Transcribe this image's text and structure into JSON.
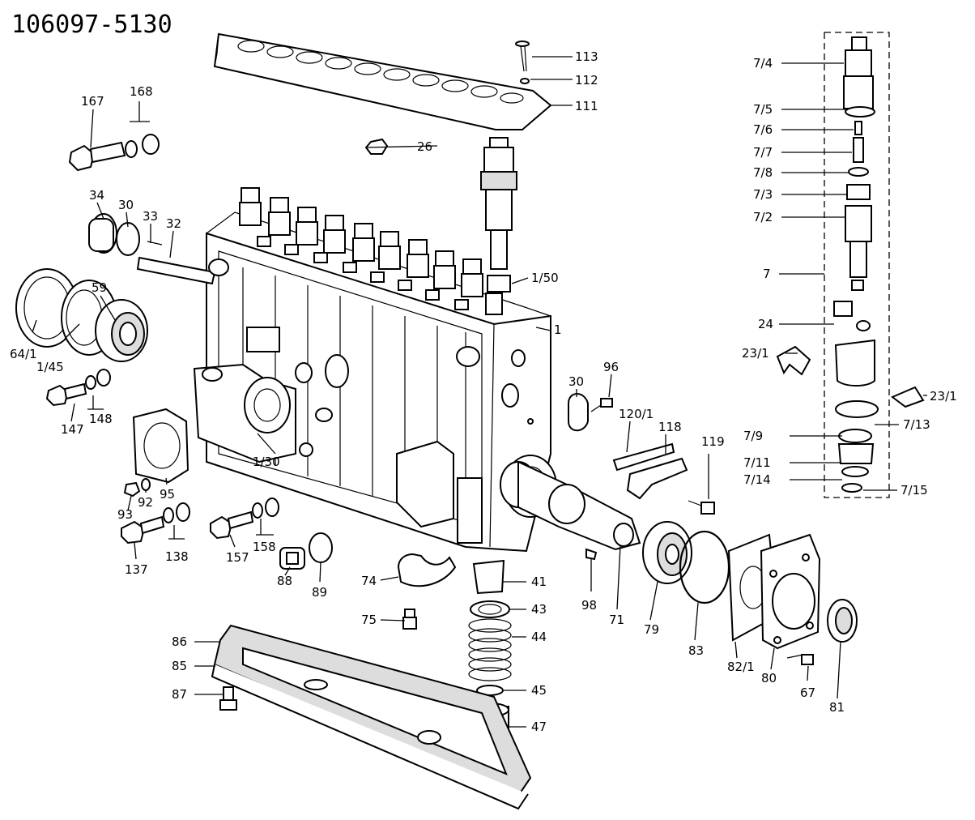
{
  "title": "106097-5130",
  "callouts": {
    "p113": "113",
    "p112": "112",
    "p111": "111",
    "p167": "167",
    "p168": "168",
    "p26": "26",
    "p34": "34",
    "p30a": "30",
    "p33": "33",
    "p32": "32",
    "p59": "59",
    "p64_1": "64/1",
    "p1_45": "1/45",
    "p1_50": "1/50",
    "p1": "1",
    "p147": "147",
    "p148": "148",
    "p30b": "30",
    "p96": "96",
    "p120_1": "120/1",
    "p118": "118",
    "p119": "119",
    "p1_30": "1/30",
    "p93": "93",
    "p92": "92",
    "p95": "95",
    "p137": "137",
    "p138": "138",
    "p157": "157",
    "p158": "158",
    "p88": "88",
    "p89": "89",
    "p74": "74",
    "p75": "75",
    "p41": "41",
    "p43": "43",
    "p44": "44",
    "p45": "45",
    "p47": "47",
    "p98": "98",
    "p71": "71",
    "p79": "79",
    "p83": "83",
    "p82_1": "82/1",
    "p80": "80",
    "p67": "67",
    "p81": "81",
    "p86": "86",
    "p85": "85",
    "p87": "87",
    "p7_4": "7/4",
    "p7_5": "7/5",
    "p7_6": "7/6",
    "p7_7": "7/7",
    "p7_8": "7/8",
    "p7_3": "7/3",
    "p7_2": "7/2",
    "p7": "7",
    "p24": "24",
    "p23_1a": "23/1",
    "p23_1b": "23/1",
    "p7_9": "7/9",
    "p7_13": "7/13",
    "p7_11": "7/11",
    "p7_14": "7/14",
    "p7_15": "7/15"
  }
}
